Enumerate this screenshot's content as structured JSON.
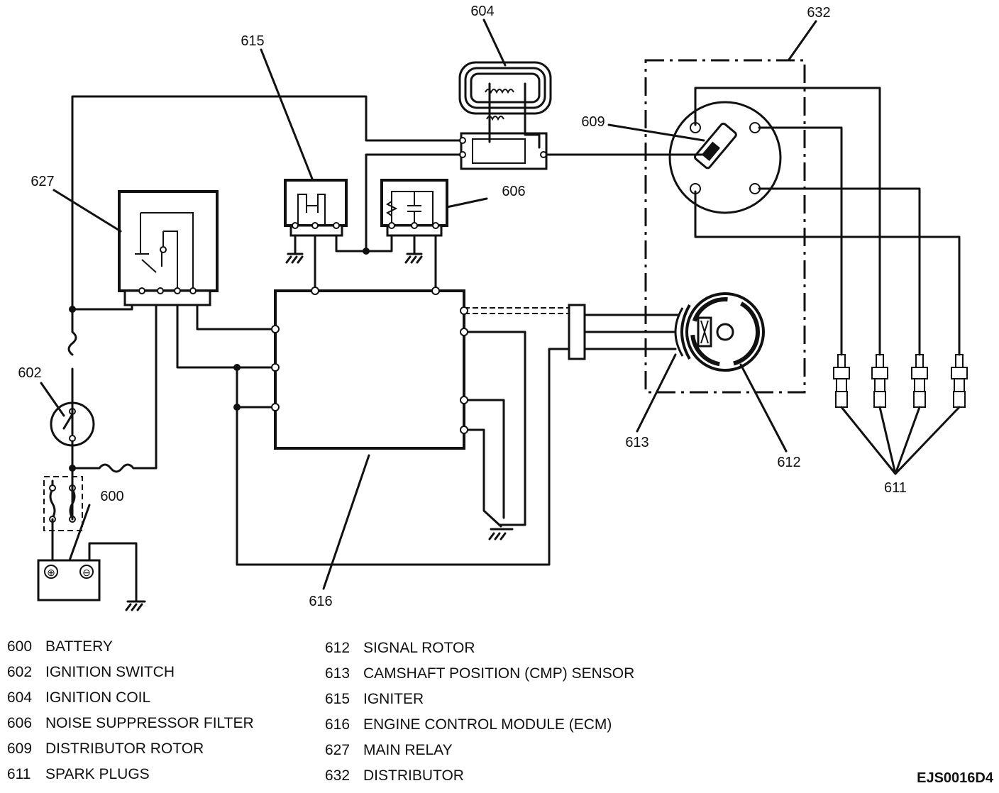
{
  "callouts": {
    "battery": "600",
    "ignition_switch": "602",
    "ignition_coil": "604",
    "noise_filter": "606",
    "distributor_rotor": "609",
    "spark_plugs": "611",
    "signal_rotor": "612",
    "cmp_sensor": "613",
    "igniter": "615",
    "ecm": "616",
    "main_relay": "627",
    "distributor": "632"
  },
  "legend": {
    "left": [
      {
        "num": "600",
        "label": "BATTERY"
      },
      {
        "num": "602",
        "label": "IGNITION SWITCH"
      },
      {
        "num": "604",
        "label": "IGNITION COIL"
      },
      {
        "num": "606",
        "label": "NOISE SUPPRESSOR FILTER"
      },
      {
        "num": "609",
        "label": "DISTRIBUTOR ROTOR"
      },
      {
        "num": "611",
        "label": "SPARK PLUGS"
      }
    ],
    "right": [
      {
        "num": "612",
        "label": "SIGNAL ROTOR"
      },
      {
        "num": "613",
        "label": "CAMSHAFT POSITION (CMP) SENSOR"
      },
      {
        "num": "615",
        "label": "IGNITER"
      },
      {
        "num": "616",
        "label": "ENGINE CONTROL MODULE (ECM)"
      },
      {
        "num": "627",
        "label": "MAIN RELAY"
      },
      {
        "num": "632",
        "label": "DISTRIBUTOR"
      }
    ]
  },
  "reference_code": "EJS0016D4",
  "battery_symbols": {
    "positive": "⊕",
    "negative": "⊖"
  }
}
